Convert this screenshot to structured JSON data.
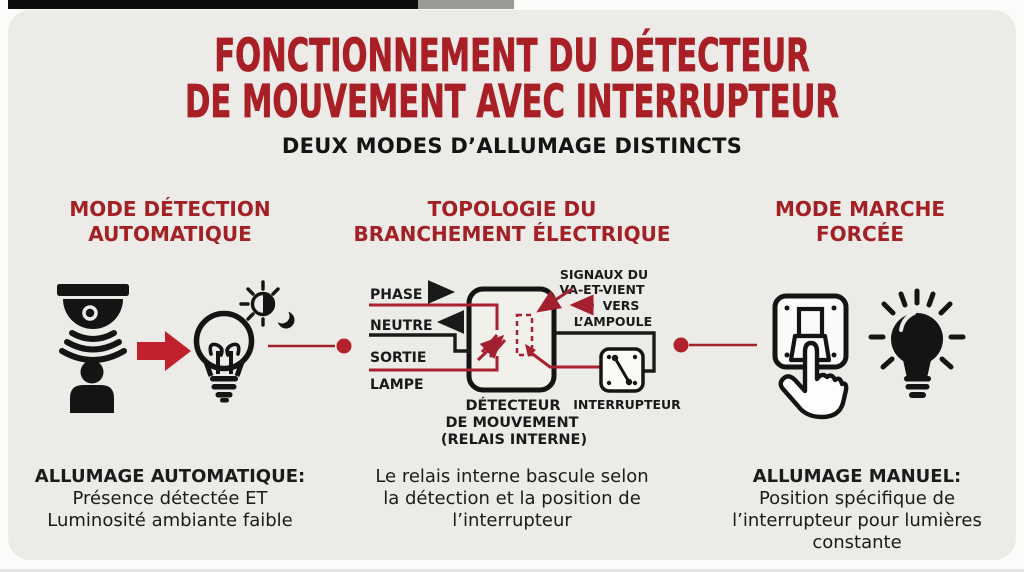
{
  "infographic": {
    "title_line1": "FONCTIONNEMENT DU DÉTECTEUR",
    "title_line2": "DE MOUVEMENT AVEC INTERRUPTEUR",
    "subtitle": "DEUX MODES D’ALLUMAGE DISTINCTS"
  },
  "columns": {
    "left": {
      "heading_line1": "MODE DÉTECTION",
      "heading_line2": "AUTOMATIQUE",
      "caption_title": "ALLUMAGE AUTOMATIQUE:",
      "caption_line1": "Présence détectée ET",
      "caption_line2": "Luminosité ambiante faible",
      "icons": [
        "motion-sensor-icon",
        "person-icon",
        "arrow-right-icon",
        "bulb-off-icon",
        "day-night-icon"
      ]
    },
    "center": {
      "heading_line1": "TOPOLOGIE DU",
      "heading_line2": "BRANCHEMENT ÉLECTRIQUE",
      "caption_line1": "Le relais interne bascule selon",
      "caption_line2": "la détection et la position de",
      "caption_line3": "l’interrupteur"
    },
    "right": {
      "heading_line1": "MODE MARCHE",
      "heading_line2": "FORCÉE",
      "caption_title": "ALLUMAGE MANUEL:",
      "caption_line1": "Position spécifique de",
      "caption_line2": "l’interrupteur pour lumières",
      "caption_line3": "constante",
      "icons": [
        "wall-switch-icon",
        "hand-press-icon",
        "bulb-on-icon"
      ]
    }
  },
  "diagram": {
    "label_phase": "PHASE",
    "label_neutre": "NEUTRE",
    "label_sortie": "SORTIE",
    "label_lampe": "LAMPE",
    "annotation_signaux_line1": "SIGNAUX DU",
    "annotation_signaux_line2": "VA-ET-VIENT",
    "annotation_vers": "VERS",
    "annotation_ampoule": "L’AMPOULE",
    "component_detector_line1": "DÉTECTEUR",
    "component_detector_line2": "DE MOUVEMENT",
    "component_detector_line3": "(RELAIS INTERNE)",
    "component_switch": "INTERRUPTEUR"
  },
  "colors": {
    "title_red": "#A81F26",
    "heading_red": "#A32025",
    "arrow_red": "#C1202D",
    "wire_red": "#A92130",
    "wire_black": "#1A1A1A",
    "text_black": "#141414",
    "panel_bg": "#ECEBE7",
    "page_bg": "#FBFBF9"
  }
}
